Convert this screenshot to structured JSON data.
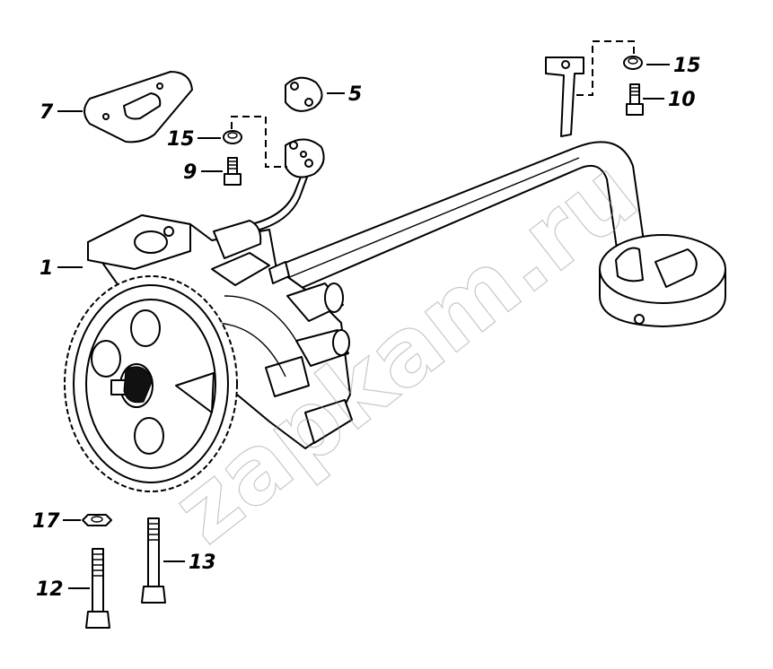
{
  "watermark": "zapkam.ru",
  "callouts": [
    {
      "id": "1",
      "text": "1"
    },
    {
      "id": "5",
      "text": "5"
    },
    {
      "id": "7",
      "text": "7"
    },
    {
      "id": "9",
      "text": "9"
    },
    {
      "id": "10",
      "text": "10"
    },
    {
      "id": "12",
      "text": "12"
    },
    {
      "id": "13",
      "text": "13"
    },
    {
      "id": "15a",
      "text": "15"
    },
    {
      "id": "15b",
      "text": "15"
    },
    {
      "id": "17",
      "text": "17"
    }
  ]
}
